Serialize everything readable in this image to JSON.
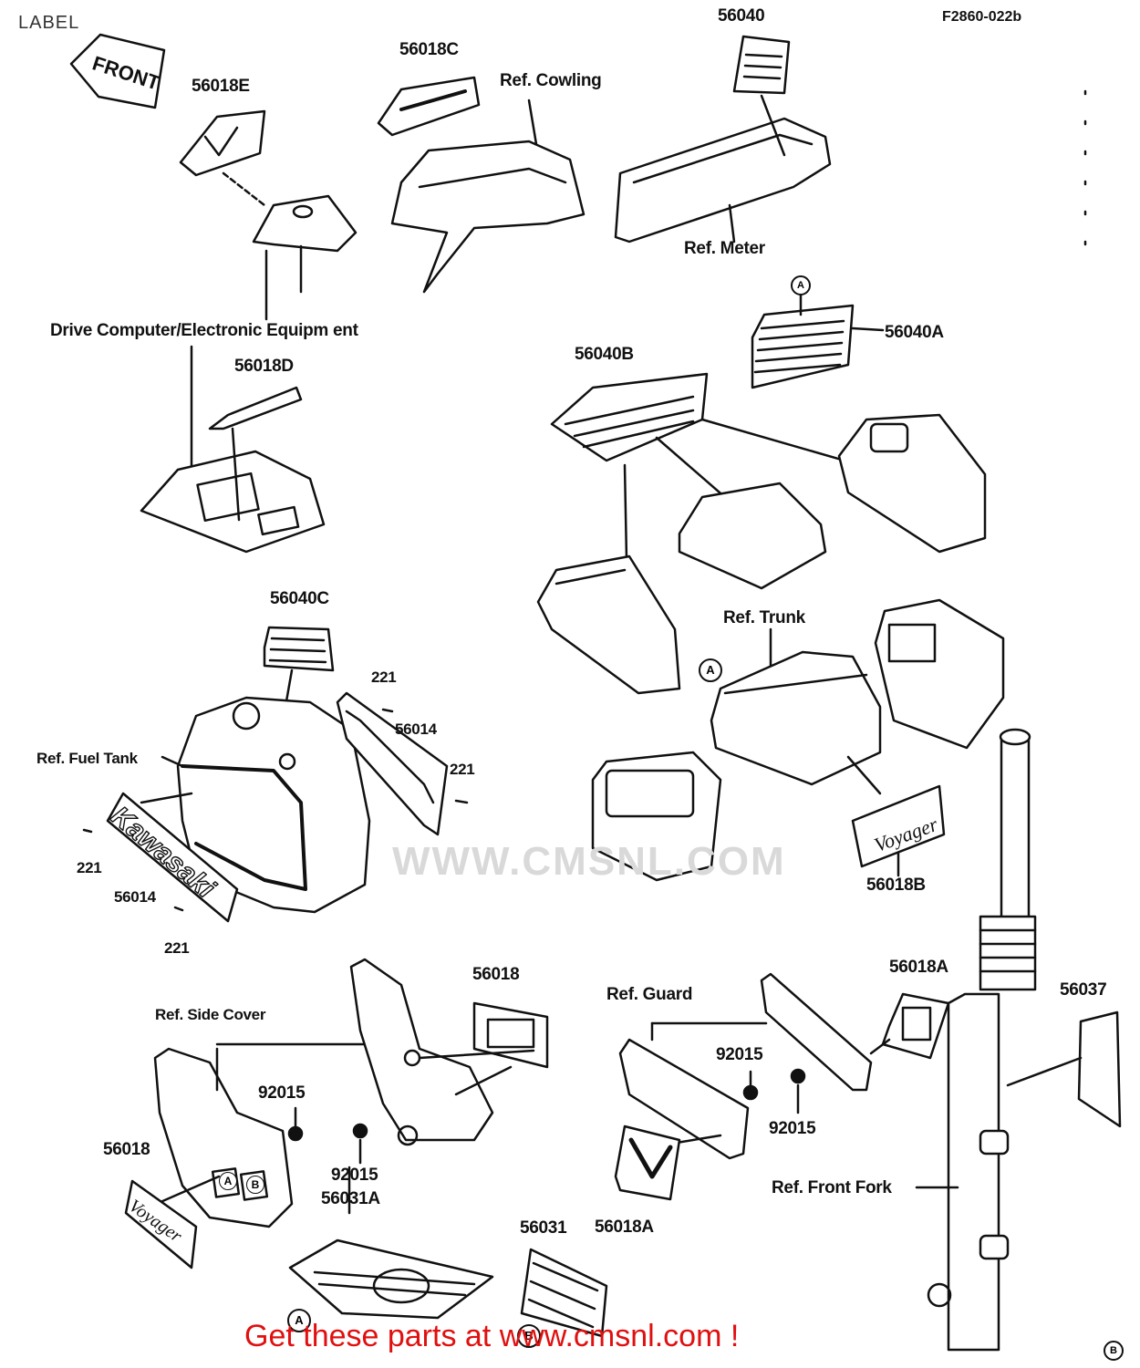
{
  "page": {
    "title": "LABEL",
    "code": "F2860-022b",
    "watermark": "WWW.CMSNL.COM",
    "footer": "Get these parts at www.cmsnl.com !"
  },
  "decals": {
    "front": "FRONT",
    "kawasaki": "Kawasaki",
    "voyager": "Voyager"
  },
  "labels": {
    "p56040": "56040",
    "p56018C": "56018C",
    "ref_cowling": "Ref. Cowling",
    "p56018E": "56018E",
    "ref_meter": "Ref. Meter",
    "drive_computer": "Drive Computer/Electronic Equipm ent",
    "p56018D": "56018D",
    "p56040A": "56040A",
    "marker_a1": "A",
    "p56040B": "56040B",
    "p56040C": "56040C",
    "ref_trunk": "Ref. Trunk",
    "marker_a2": "A",
    "p221_a": "221",
    "p56014_a": "56014",
    "p221_b": "221",
    "ref_fuel_tank": "Ref. Fuel Tank",
    "p221_c": "221",
    "p56014_b": "56014",
    "p221_d": "221",
    "p56018B": "56018B",
    "p56018_top": "56018",
    "p56018A_top": "56018A",
    "ref_guard": "Ref. Guard",
    "p56037": "56037",
    "ref_side_cover": "Ref. Side Cover",
    "p92015_a": "92015",
    "p92015_b": "92015",
    "p92015_c": "92015",
    "p92015_d": "92015",
    "p56018_left": "56018",
    "p56031A": "56031A",
    "p56031": "56031",
    "p56018A_bottom": "56018A",
    "ref_front_fork": "Ref. Front Fork",
    "marker_a3": "A",
    "marker_b1": "B",
    "marker_b2": "B",
    "cover_a": "A",
    "cover_b": "B"
  }
}
